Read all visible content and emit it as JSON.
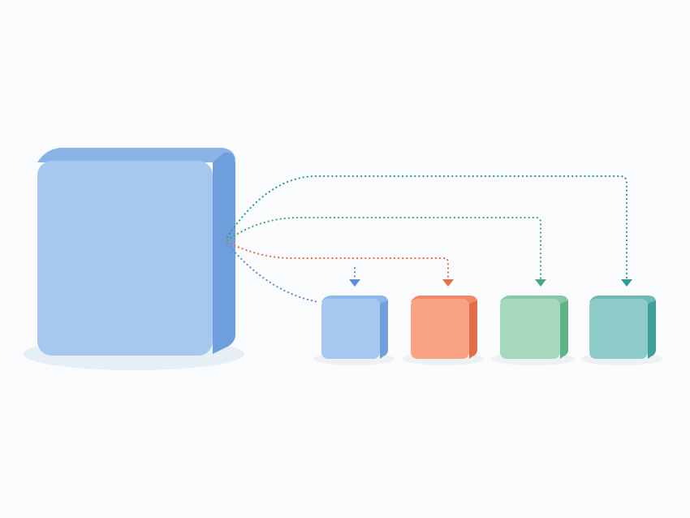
{
  "diagram": {
    "background": "#fafbfc",
    "source": {
      "name": "large-source-block",
      "front": "#a6c8ef",
      "side": "#6e9edc",
      "top": "#8ab4e8",
      "shadow": "#e6eef6"
    },
    "targets": [
      {
        "name": "blue-block",
        "front": "#a6c8ef",
        "side": "#6f9fdc",
        "top": "#8fb8ea",
        "link": "#5b8fd6"
      },
      {
        "name": "orange-block",
        "front": "#f9a383",
        "side": "#e26f4a",
        "top": "#f08a66",
        "link": "#e86e45"
      },
      {
        "name": "green-block",
        "front": "#a6d8c0",
        "side": "#5fb38b",
        "top": "#86c8a8",
        "link": "#4aa77a"
      },
      {
        "name": "teal-block",
        "front": "#8ecbc9",
        "side": "#3fa09c",
        "top": "#6dbab7",
        "link": "#2f9a96"
      }
    ]
  }
}
